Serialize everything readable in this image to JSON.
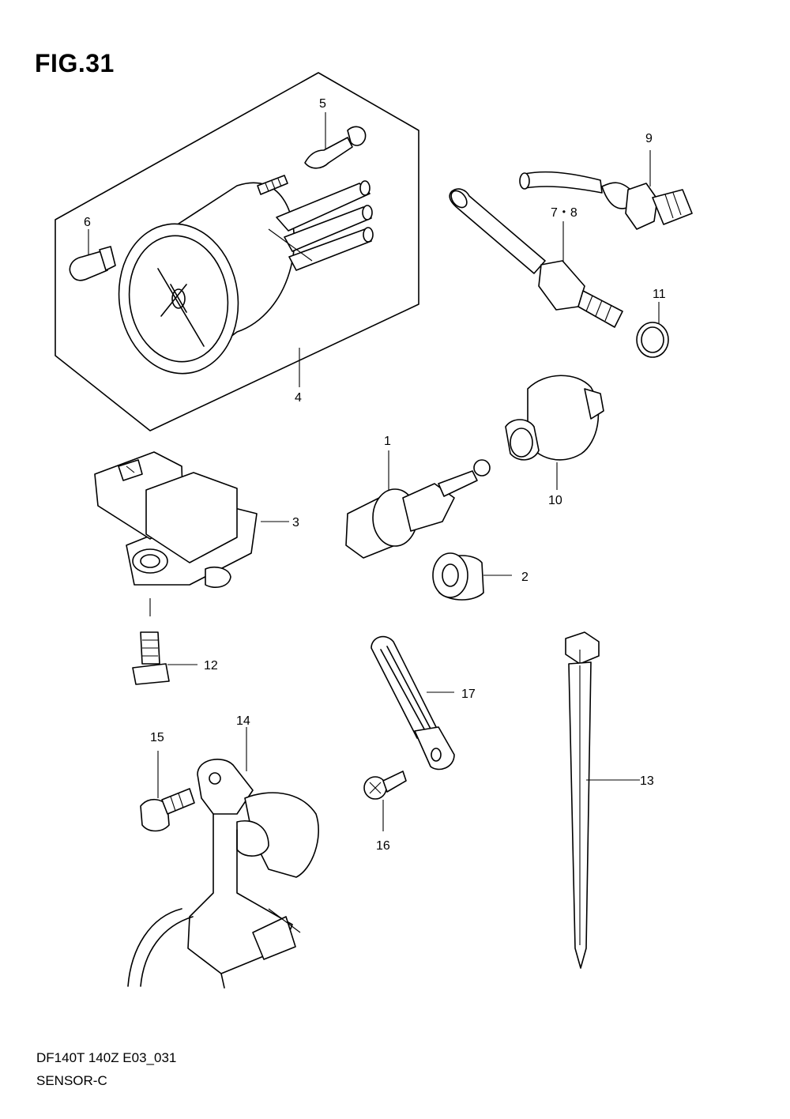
{
  "figure": {
    "title": "FIG.31",
    "model_code": "DF140T 140Z E03_031",
    "section_name": "SENSOR-C"
  },
  "callouts": {
    "c1": "1",
    "c2": "2",
    "c3": "3",
    "c4": "4",
    "c5": "5",
    "c6": "6",
    "c78": "7・8",
    "c9": "9",
    "c10": "10",
    "c11": "11",
    "c12": "12",
    "c13": "13",
    "c14": "14",
    "c15": "15",
    "c16": "16",
    "c17": "17"
  }
}
